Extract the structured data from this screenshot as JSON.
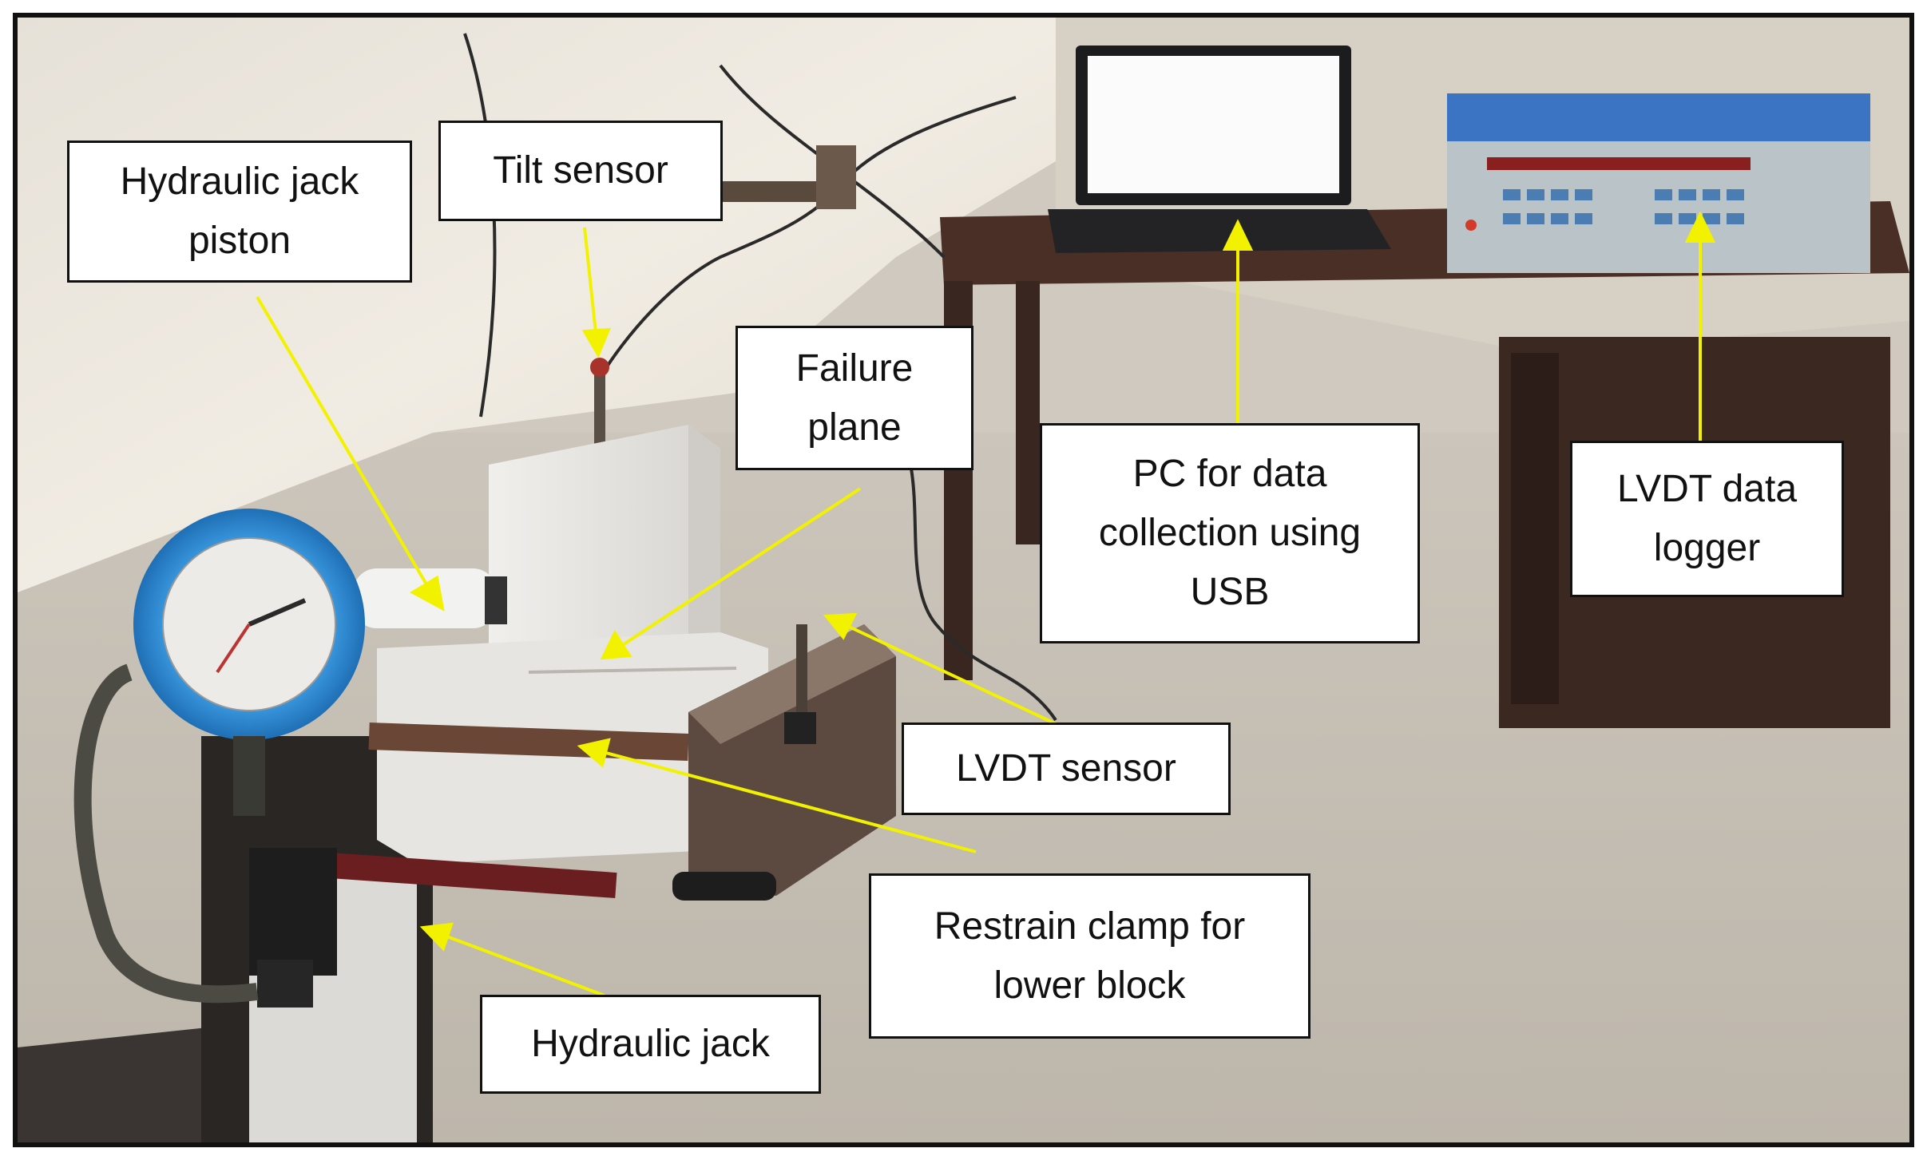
{
  "photo": {
    "subject": "Laboratory setup with hydraulic jack, concrete blocks, LVDT data logger and PC",
    "colors": {
      "wall": "#eee8dc",
      "floor": "#c9c3b8",
      "table": "#3a2620",
      "gauge_blue": "#2f8fd8",
      "arrow": "#f2f200",
      "border": "#111111"
    }
  },
  "labels": {
    "hydraulic_jack_piston": {
      "line1": "Hydraulic jack",
      "line2": "piston"
    },
    "tilt_sensor": "Tilt sensor",
    "failure_plane": {
      "line1": "Failure",
      "line2": "plane"
    },
    "pc_data_collection": {
      "line1": "PC for data",
      "line2": "collection using",
      "line3": "USB"
    },
    "lvdt_data_logger": {
      "line1": "LVDT data",
      "line2": "logger"
    },
    "lvdt_sensor": "LVDT sensor",
    "restrain_clamp": {
      "line1": "Restrain clamp for",
      "line2": "lower block"
    },
    "hydraulic_jack": "Hydraulic jack"
  }
}
